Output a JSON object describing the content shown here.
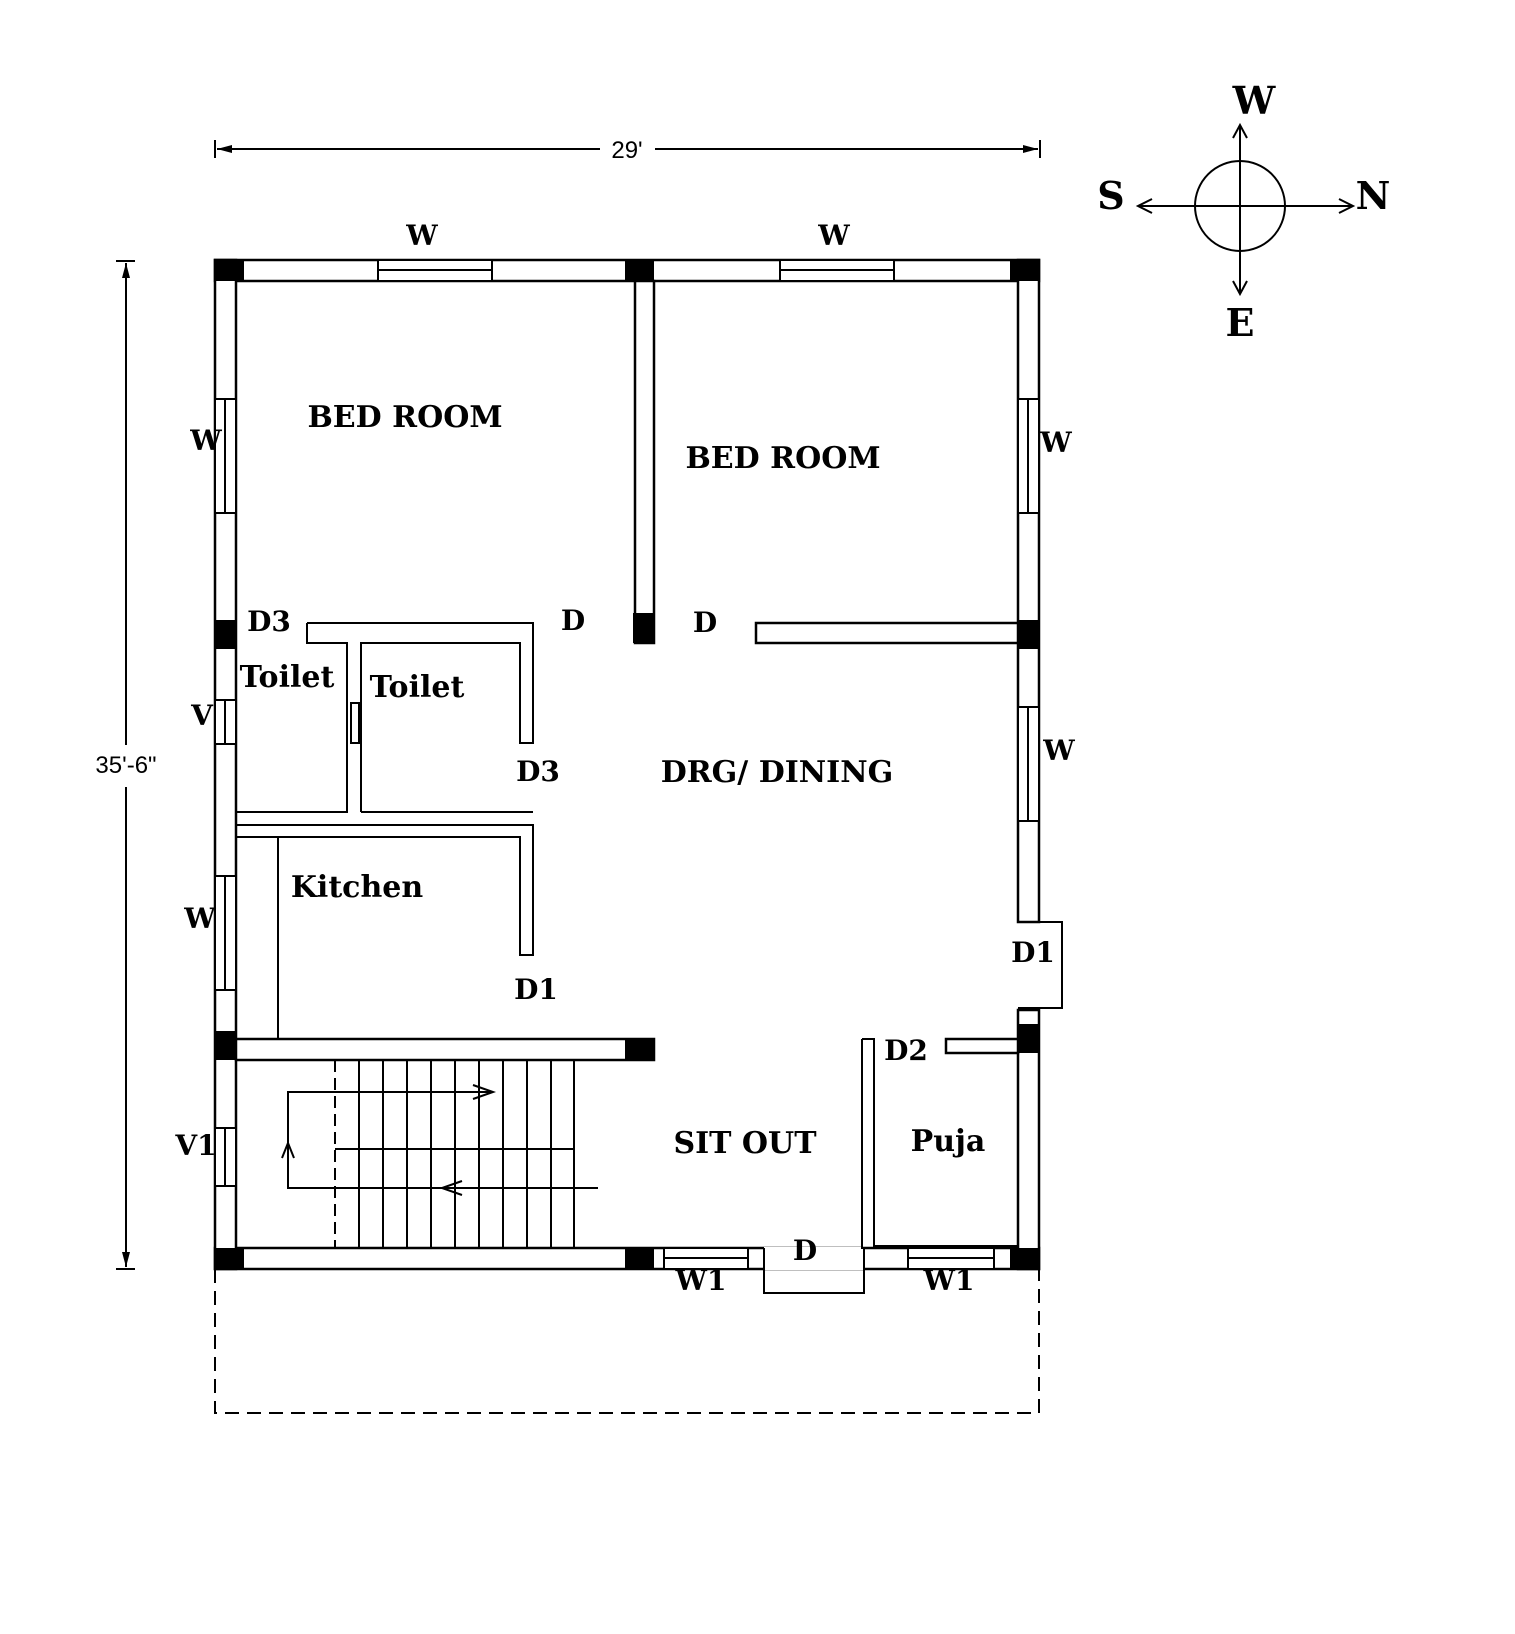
{
  "dimensions": {
    "width_label": "29'",
    "height_label": "35'-6\""
  },
  "compass": {
    "top": "W",
    "left": "S",
    "right": "N",
    "bottom": "E"
  },
  "rooms": {
    "bedroom_left": "BED ROOM",
    "bedroom_right": "BED ROOM",
    "toilet_left": "Toilet",
    "toilet_right": "Toilet",
    "drawing_dining": "DRG/ DINING",
    "kitchen": "Kitchen",
    "sit_out": "SIT OUT",
    "puja": "Puja"
  },
  "openings": {
    "window_top_left": "W",
    "window_top_right": "W",
    "window_left_bedroom": "W",
    "window_right_bedroom": "W",
    "window_right_dining": "W",
    "window_left_kitchen": "W",
    "vent_toilet": "V",
    "vent_stair": "V1",
    "door_toilet_top": "D3",
    "door_toilet_side": "D3",
    "door_bedroom_left": "D",
    "door_bedroom_right": "D",
    "door_kitchen": "D1",
    "door_right_side": "D1",
    "door_puja": "D2",
    "door_main": "D",
    "window_bottom_left": "W1",
    "window_bottom_right": "W1"
  }
}
